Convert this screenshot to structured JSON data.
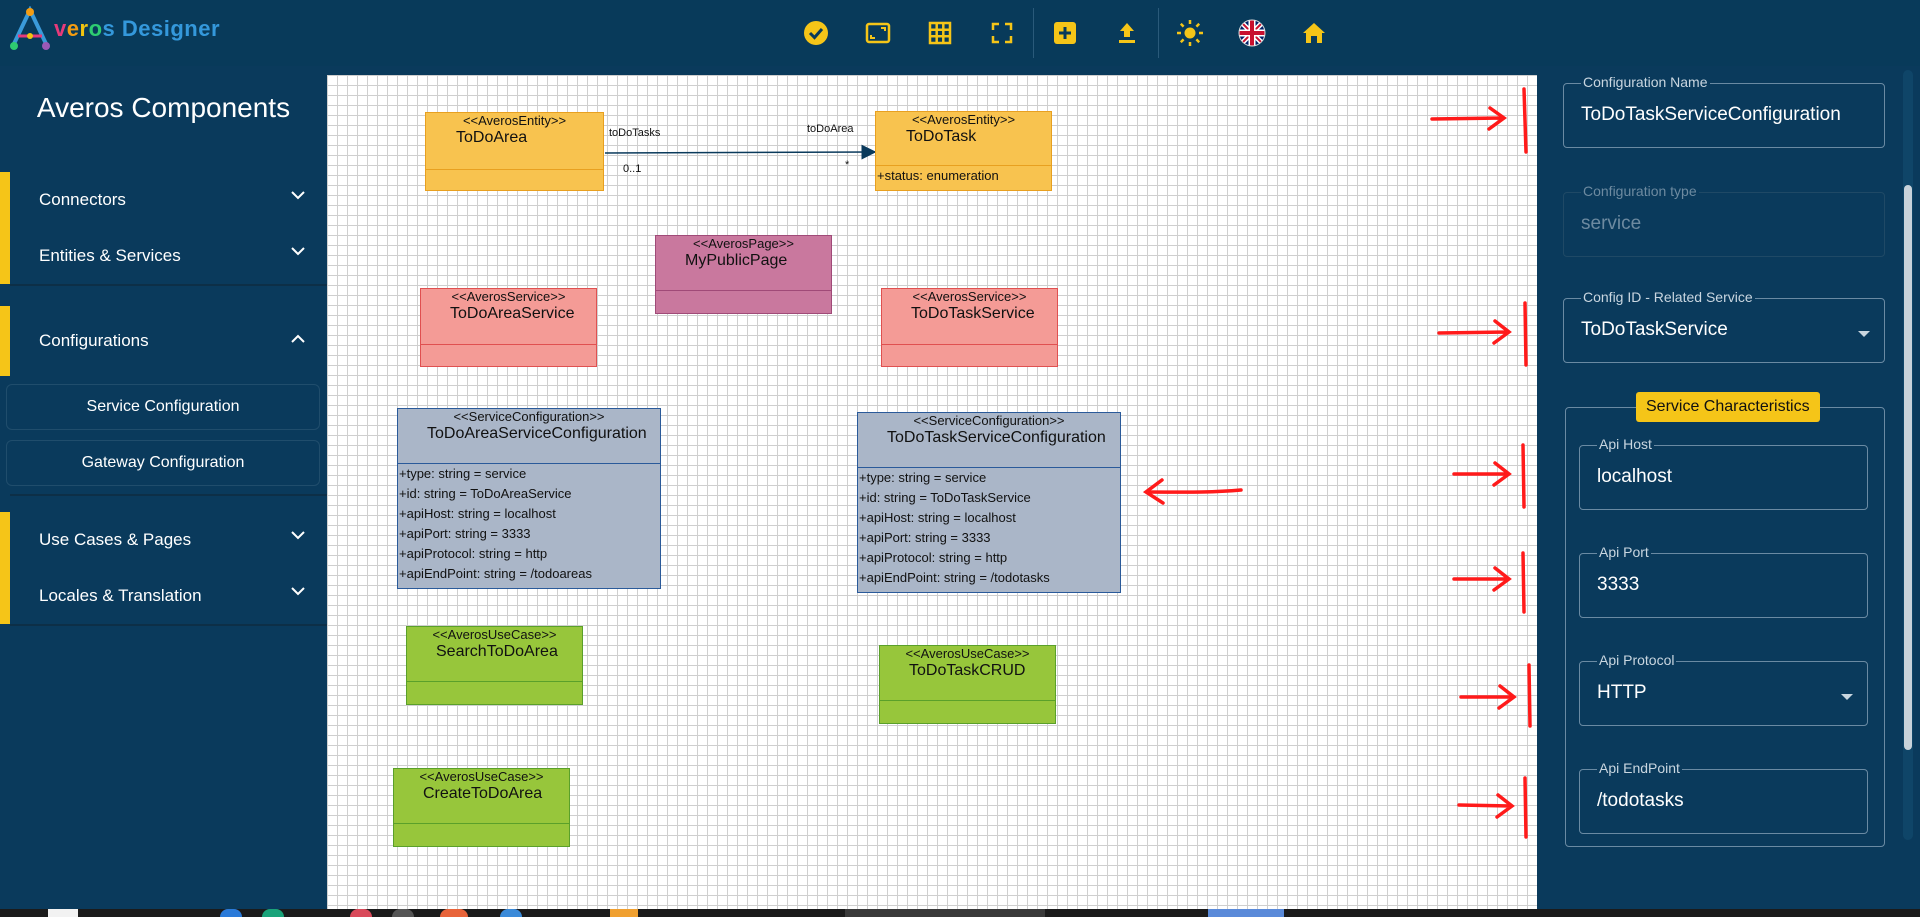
{
  "app": {
    "logo_letter": "A",
    "logo_parts": [
      "v",
      "e",
      "r",
      "o",
      "s"
    ],
    "logo_word2": "Designer"
  },
  "toolbar": {
    "icons": [
      "check-circle-icon",
      "aspect-ratio-icon",
      "grid-icon",
      "fullscreen-icon",
      "add-box-icon",
      "upload-icon",
      "brightness-icon",
      "uk-flag-icon",
      "home-icon"
    ]
  },
  "sidebar": {
    "title": "Averos Components",
    "items": [
      {
        "label": "Connectors"
      },
      {
        "label": "Entities & Services"
      },
      {
        "label": "Configurations"
      },
      {
        "label": "Use Cases & Pages"
      },
      {
        "label": "Locales & Translation"
      }
    ],
    "sub_items": [
      {
        "label": "Service Configuration"
      },
      {
        "label": "Gateway Configuration"
      }
    ]
  },
  "diagram": {
    "todoarea": {
      "stereo": "<<AverosEntity>>",
      "name": "ToDoArea"
    },
    "todotask": {
      "stereo": "<<AverosEntity>>",
      "name": "ToDoTask",
      "attrs": [
        "+status: enumeration"
      ]
    },
    "assoc": {
      "label_left": "toDoTasks",
      "mult_left": "0..1",
      "label_right": "toDoArea",
      "mult_right": "*"
    },
    "mypublicpage": {
      "stereo": "<<AverosPage>>",
      "name": "MyPublicPage"
    },
    "todoareaservice": {
      "stereo": "<<AverosService>>",
      "name": "ToDoAreaService"
    },
    "todotaskservice": {
      "stereo": "<<AverosService>>",
      "name": "ToDoTaskService"
    },
    "areaconf": {
      "stereo": "<<ServiceConfiguration>>",
      "name": "ToDoAreaServiceConfiguration",
      "attrs": [
        "+type: string = service",
        "+id: string = ToDoAreaService",
        "+apiHost: string = localhost",
        "+apiPort: string = 3333",
        "+apiProtocol: string = http",
        "+apiEndPoint: string = /todoareas"
      ]
    },
    "taskconf": {
      "stereo": "<<ServiceConfiguration>>",
      "name": "ToDoTaskServiceConfiguration",
      "attrs": [
        "+type: string = service",
        "+id: string = ToDoTaskService",
        "+apiHost: string = localhost",
        "+apiPort: string = 3333",
        "+apiProtocol: string = http",
        "+apiEndPoint: string = /todotasks"
      ]
    },
    "searchuc": {
      "stereo": "<<AverosUseCase>>",
      "name": "SearchToDoArea"
    },
    "crud": {
      "stereo": "<<AverosUseCase>>",
      "name": "ToDoTaskCRUD"
    },
    "createuc": {
      "stereo": "<<AverosUseCase>>",
      "name": "CreateToDoArea"
    }
  },
  "panel": {
    "config_name": {
      "label": "Configuration Name",
      "value": "ToDoTaskServiceConfiguration"
    },
    "config_type": {
      "label": "Configuration type",
      "value": "service"
    },
    "config_id": {
      "label": "Config ID - Related Service",
      "value": "ToDoTaskService"
    },
    "service_characteristics": "Service Characteristics",
    "api_host": {
      "label": "Api Host",
      "value": "localhost"
    },
    "api_port": {
      "label": "Api Port",
      "value": "3333"
    },
    "api_protocol": {
      "label": "Api Protocol",
      "value": "HTTP"
    },
    "api_endpoint": {
      "label": "Api EndPoint",
      "value": "/todotasks"
    }
  },
  "colors": {
    "accent": "#f5c518",
    "bg": "#0a3a5c",
    "annotation_red": "#ff1a1a"
  }
}
